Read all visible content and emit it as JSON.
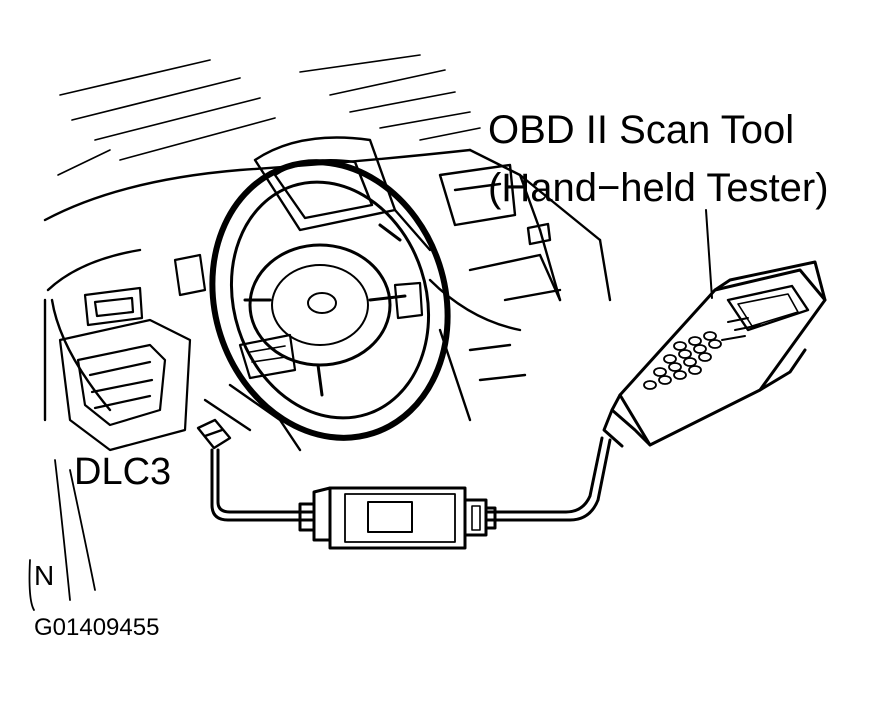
{
  "labels": {
    "tool_line1": "OBD II Scan Tool",
    "tool_line2": "(Hand−held Tester)",
    "connector": "DLC3",
    "note_letter": "N",
    "figure_id": "G01409455"
  },
  "colors": {
    "ink": "#000000",
    "paper": "#ffffff"
  }
}
